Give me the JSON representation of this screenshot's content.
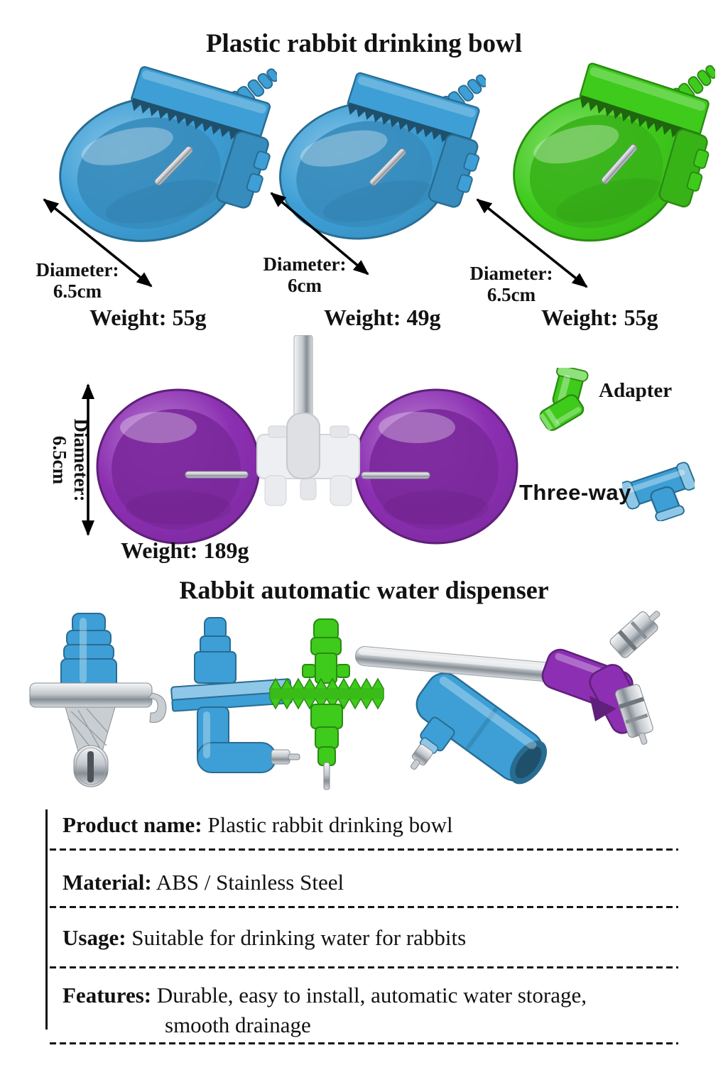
{
  "header": {
    "title": "Plastic rabbit drinking bowl",
    "subtitle": "Rabbit automatic water dispenser"
  },
  "colors": {
    "blue": "#3d9fd6",
    "green": "#3ecb1b",
    "purple": "#8c2fb2",
    "steel": "#b9bfc5",
    "text": "#121212"
  },
  "bowls": [
    {
      "color": "blue",
      "dim_label": "Diameter:",
      "dim_value": "6.5cm",
      "weight": "Weight: 55g"
    },
    {
      "color": "blue",
      "dim_label": "Diameter:",
      "dim_value": "6cm",
      "weight": "Weight: 49g"
    },
    {
      "color": "green",
      "dim_label": "Diameter:",
      "dim_value": "6.5cm",
      "weight": "Weight: 55g"
    }
  ],
  "double_bowl": {
    "color": "purple",
    "dim_label": "Diameter:",
    "dim_value": "6.5cm",
    "weight": "Weight: 189g"
  },
  "fittings": {
    "adapter_label": "Adapter",
    "three_way_label": "Three-way"
  },
  "specs": {
    "rows": [
      {
        "label": "Product name:",
        "value": "Plastic rabbit drinking bowl"
      },
      {
        "label": "Material:",
        "value": "ABS / Stainless Steel"
      },
      {
        "label": "Usage:",
        "value": "Suitable for drinking water for rabbits"
      },
      {
        "label": "Features:",
        "value": "Durable, easy to install, automatic water storage,",
        "value2": "smooth drainage"
      }
    ]
  }
}
